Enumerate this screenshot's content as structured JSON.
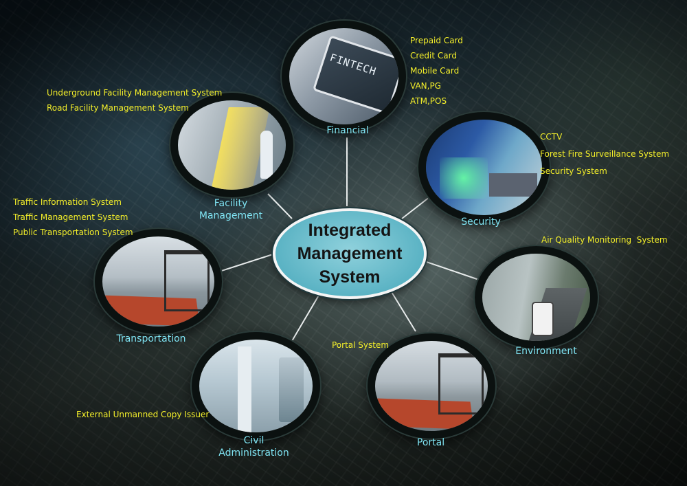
{
  "diagram": {
    "center": {
      "label": "Integrated Management System"
    },
    "nodes": [
      {
        "id": "financial",
        "label": "Financial",
        "items": [
          "Prepaid Card",
          "Credit Card",
          "Mobile Card",
          "VAN,PG",
          "ATM,POS"
        ]
      },
      {
        "id": "facility",
        "label": "Facility Management",
        "items": [
          "Underground Facility Management System",
          "Road Facility Management System"
        ]
      },
      {
        "id": "security",
        "label": "Security",
        "items": [
          "CCTV",
          "Forest Fire Surveillance System",
          "Security System"
        ]
      },
      {
        "id": "environment",
        "label": "Environment",
        "items": [
          "Air Quality Monitoring  System"
        ]
      },
      {
        "id": "transportation",
        "label": "Transportation",
        "items": [
          "Traffic Information System",
          "Traffic Management System",
          "Public Transportation System"
        ]
      },
      {
        "id": "civil",
        "label": "Civil Administration",
        "items": [
          "External Unmanned Copy Issuer"
        ]
      },
      {
        "id": "portal",
        "label": "Portal",
        "items": [
          "Portal System"
        ]
      }
    ],
    "screen_text": {
      "fintech_tablet": "FINTECH"
    },
    "colors": {
      "caption": "#7fe3f2",
      "item_text": "#f4ef2a",
      "center_fill": "#8fd1dc",
      "connector": "#e8ecec"
    }
  }
}
